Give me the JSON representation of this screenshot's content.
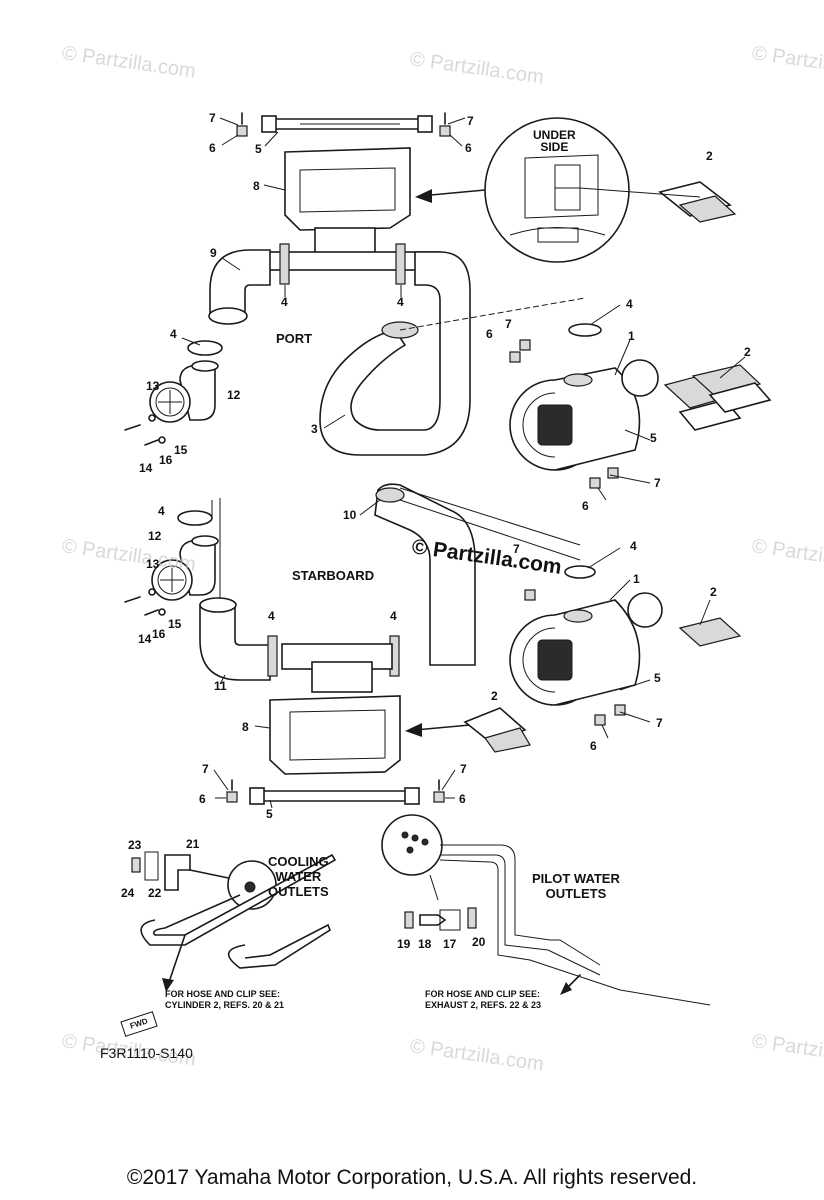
{
  "watermarks": {
    "text": "© Partzilla.com",
    "center_text": "© Partzilla.com"
  },
  "labels": {
    "under_side": "UNDER\nSIDE",
    "port": "PORT",
    "starboard": "STARBOARD",
    "cooling_water_outlets": "COOLING\nWATER\nOUTLETS",
    "pilot_water_outlets": "PILOT WATER\nOUTLETS",
    "note_cooling": "FOR HOSE AND CLIP SEE:\nCYLINDER 2, REFS. 20 & 21",
    "note_pilot": "FOR HOSE AND CLIP SEE:\nEXHAUST 2, REFS. 22 & 23",
    "fwd": "FWD"
  },
  "callouts": [
    "1",
    "2",
    "3",
    "4",
    "5",
    "6",
    "7",
    "8",
    "9",
    "10",
    "11",
    "12",
    "13",
    "14",
    "15",
    "16",
    "17",
    "18",
    "19",
    "20",
    "21",
    "22",
    "23",
    "24"
  ],
  "drawing_code": "F3R1110-S140",
  "footer": "©2017 Yamaha Motor Corporation, U.S.A. All rights reserved."
}
